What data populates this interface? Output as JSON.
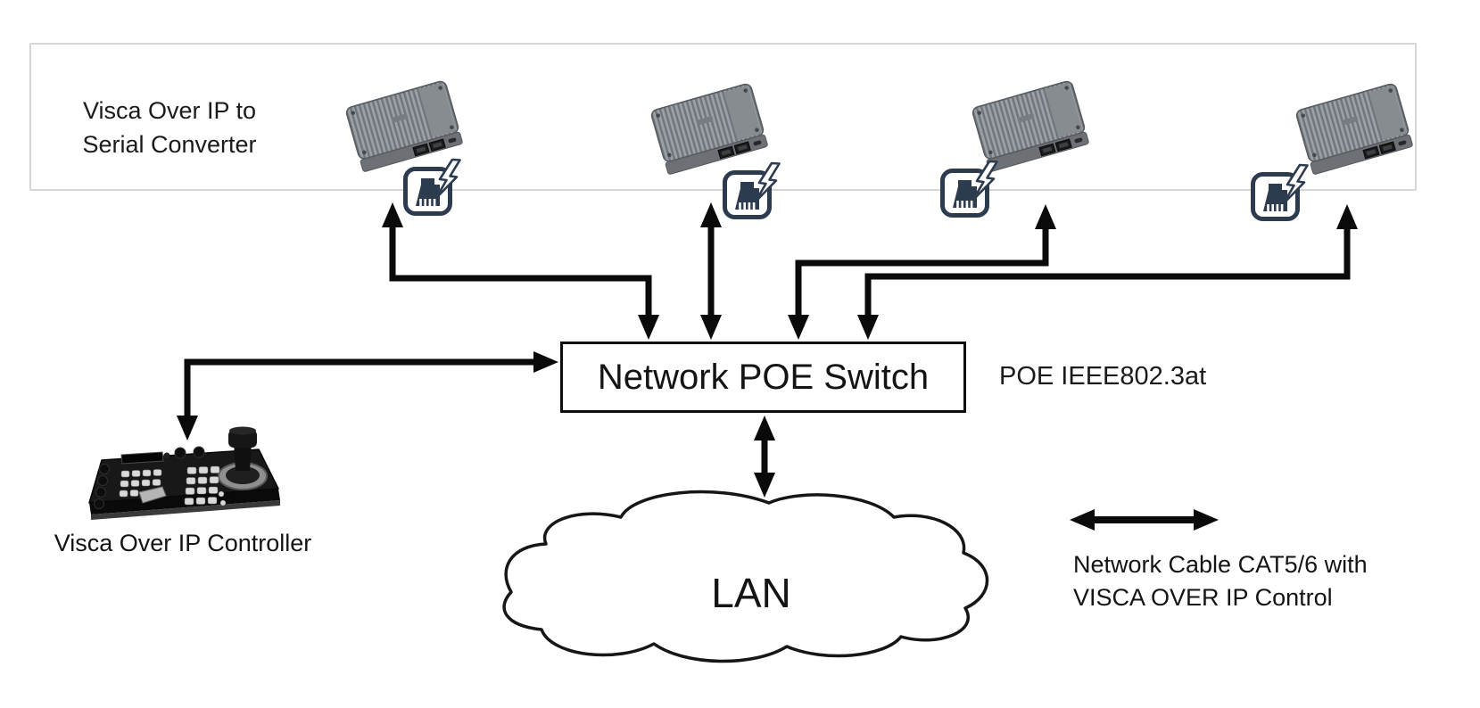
{
  "panel": {
    "label_line1": "Visca Over IP to",
    "label_line2": "Serial Converter"
  },
  "switch": {
    "label": "Network POE Switch"
  },
  "poe_note": {
    "label": "POE IEEE802.3at"
  },
  "controller": {
    "label": "Visca Over IP Controller"
  },
  "lan": {
    "label": "LAN"
  },
  "legend": {
    "line1": "Network Cable CAT5/6 with",
    "line2": "VISCA OVER IP Control"
  },
  "converters": {
    "count": 4,
    "icon": "rj45-poe-injector-with-lightning"
  },
  "colors": {
    "arrow_black": "#0a0a0a",
    "poe_icon_navy": "#2d3b4f",
    "panel_border_gray": "#d6d6d6",
    "device_gray": "#8f949a"
  }
}
